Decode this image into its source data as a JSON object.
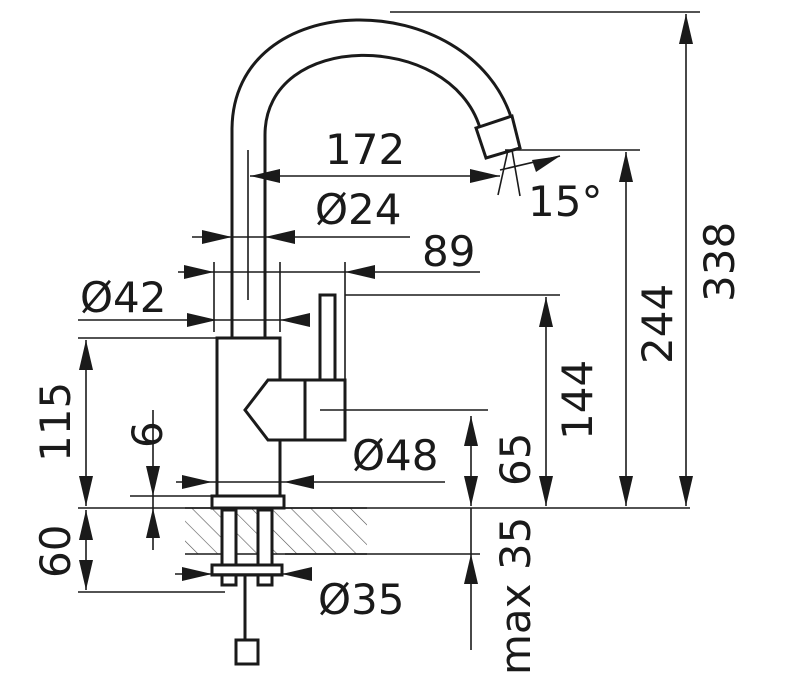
{
  "dimensions": {
    "d172": "172",
    "d24": "Ø24",
    "d89": "89",
    "d42": "Ø42",
    "d115": "115",
    "d6": "6",
    "d48": "Ø48",
    "d65": "65",
    "d144": "144",
    "d244": "244",
    "d338": "338",
    "d15": "15°",
    "d60": "60",
    "d35dia": "Ø35",
    "dmax35": "max 35"
  },
  "colors": {
    "ink": "#1a1a1a",
    "background": "#ffffff"
  }
}
